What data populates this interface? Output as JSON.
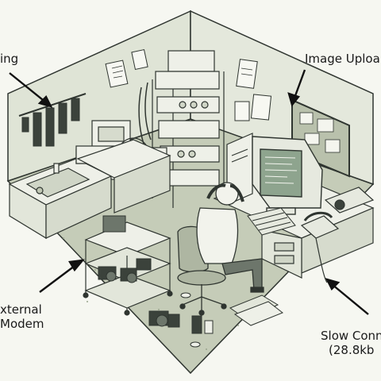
{
  "labels": {
    "top_left": "ing",
    "top_right": "Image Uploa",
    "bottom_left_line1": "xternal",
    "bottom_left_line2": "Modem",
    "bottom_right_line1": "Slow Conn",
    "bottom_right_line2": "(28.8kb"
  },
  "colors": {
    "background": "#f6f7f1",
    "floor": "#c5ccb8",
    "wall_left": "#dfe4d6",
    "wall_right": "#e4e8dc",
    "outline": "#2f3530",
    "furniture": "#eef0e8",
    "screen": "#8ea48e",
    "arrow": "#111111"
  },
  "icons": [
    "arrow-icon",
    "computer-monitor-icon",
    "telephone-icon",
    "camera-icon",
    "office-chair-icon",
    "film-strip-icon"
  ]
}
